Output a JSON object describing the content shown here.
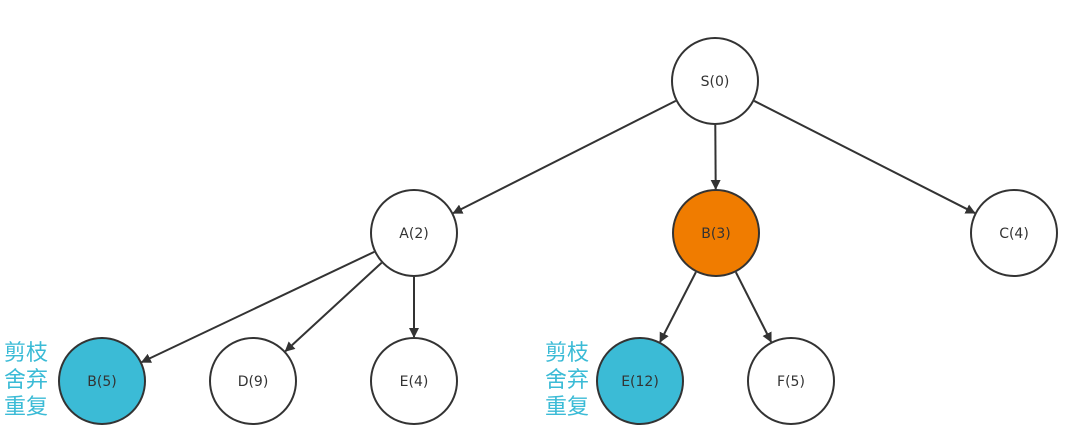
{
  "colors": {
    "edge": "#333333",
    "node_stroke": "#333333",
    "node_fill": "#ffffff",
    "expanded_fill": "#f07c00",
    "pruned_fill": "#3bbbd6",
    "annotation": "#3bbbd6"
  },
  "nodes": [
    {
      "id": "S",
      "label": "S(0)",
      "state": "normal"
    },
    {
      "id": "A",
      "label": "A(2)",
      "state": "normal"
    },
    {
      "id": "B",
      "label": "B(3)",
      "state": "expanded"
    },
    {
      "id": "C",
      "label": "C(4)",
      "state": "normal"
    },
    {
      "id": "B2",
      "label": "B(5)",
      "state": "pruned"
    },
    {
      "id": "D",
      "label": "D(9)",
      "state": "normal"
    },
    {
      "id": "E",
      "label": "E(4)",
      "state": "normal"
    },
    {
      "id": "E2",
      "label": "E(12)",
      "state": "pruned"
    },
    {
      "id": "F",
      "label": "F(5)",
      "state": "normal"
    }
  ],
  "edges": [
    {
      "from": "S",
      "to": "A"
    },
    {
      "from": "S",
      "to": "B"
    },
    {
      "from": "S",
      "to": "C"
    },
    {
      "from": "A",
      "to": "B2"
    },
    {
      "from": "A",
      "to": "D"
    },
    {
      "from": "A",
      "to": "E"
    },
    {
      "from": "B",
      "to": "E2"
    },
    {
      "from": "B",
      "to": "F"
    }
  ],
  "annotations": [
    {
      "lines": [
        "剪枝",
        "舍弃",
        "重复"
      ]
    },
    {
      "lines": [
        "剪枝",
        "舍弃",
        "重复"
      ]
    }
  ]
}
